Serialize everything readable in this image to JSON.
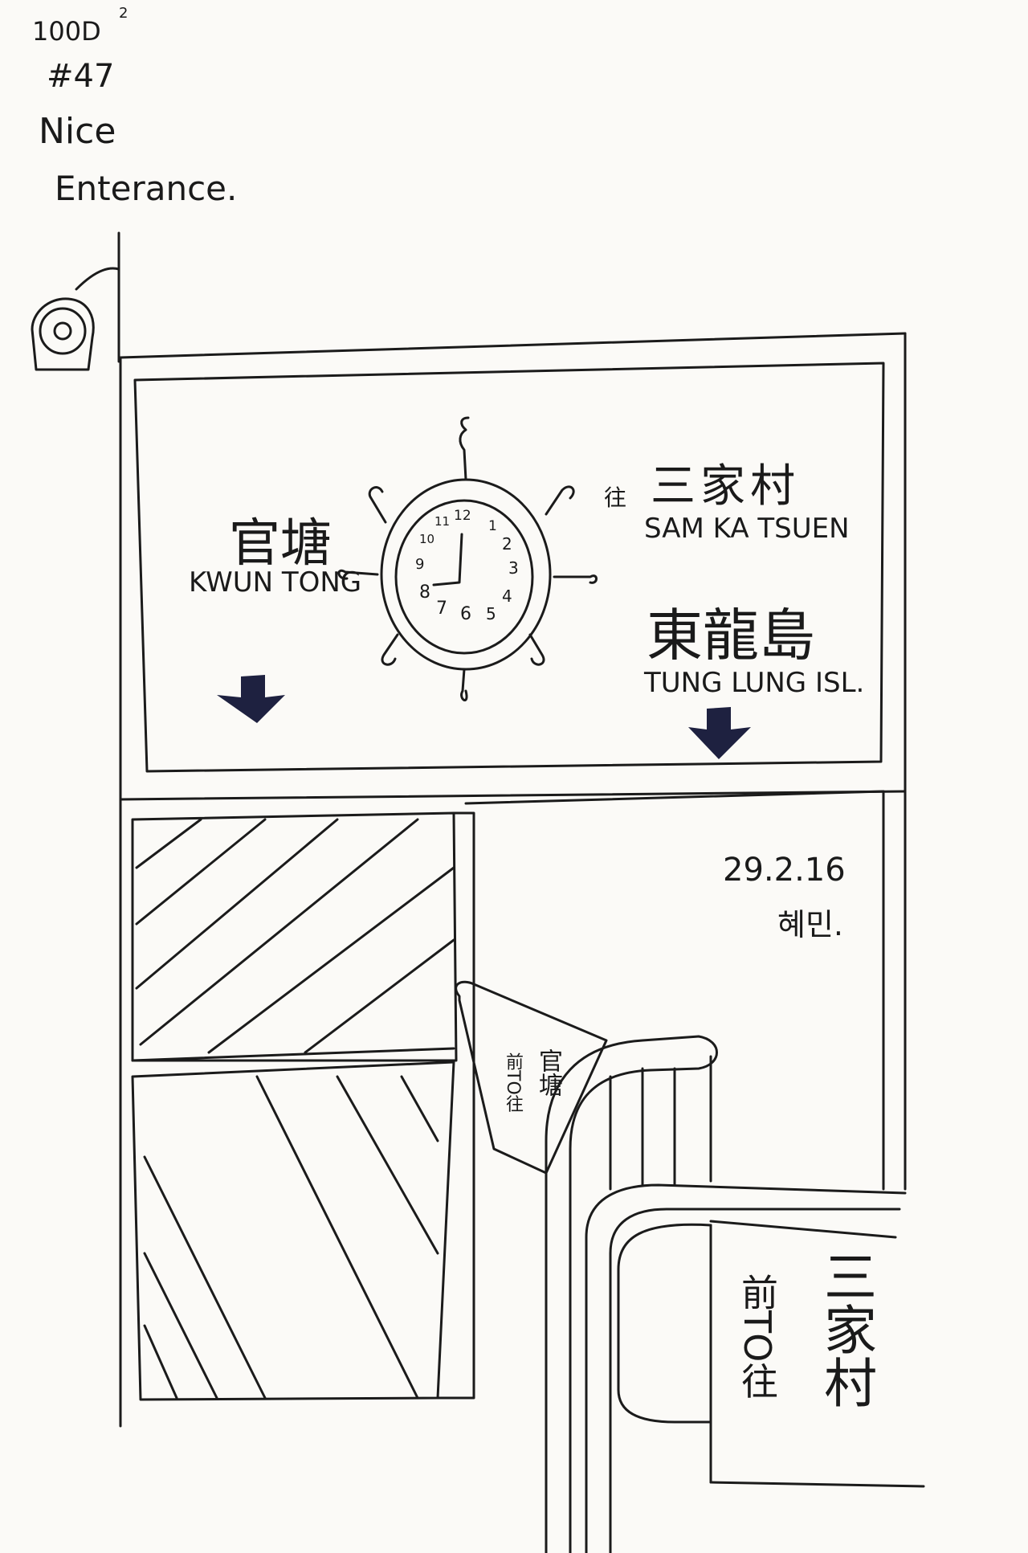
{
  "header": {
    "series": "100D",
    "superscript": "2",
    "entry": "#47",
    "title_line1": "Nice",
    "title_line2": "Enterance."
  },
  "sign": {
    "left_cn": "官塘",
    "left_en": "KWUN TONG",
    "right_prefix": "往",
    "right1_cn": "三家村",
    "right1_en": "SAM KA TSUEN",
    "right2_cn": "東龍島",
    "right2_en": "TUNG LUNG ISL.",
    "clock_numbers": [
      "12",
      "1",
      "2",
      "3",
      "4",
      "5",
      "6",
      "7",
      "8",
      "9",
      "10",
      "11"
    ]
  },
  "note": {
    "date": "29.2.16",
    "signature": "혜민."
  },
  "small_banner": {
    "col_left": "前TO往",
    "col_right": "官塘"
  },
  "big_banner": {
    "col_left": "前TO往",
    "col_right": "三家村"
  },
  "colors": {
    "ink": "#1b1b1b",
    "paper": "#fbfaf7",
    "arrow": "#1e2140"
  }
}
